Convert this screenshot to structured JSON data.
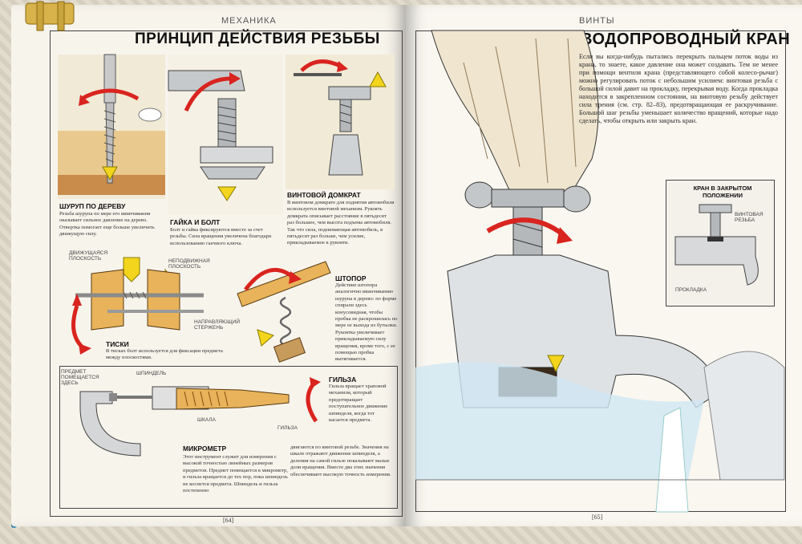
{
  "left_page": {
    "section": "МЕХАНИКА",
    "title": "ПРИНЦИП ДЕЙСТВИЯ РЕЗЬБЫ",
    "page_number": "[64]",
    "wood_screw": {
      "caption": "ШУРУП ПО ДЕРЕВУ",
      "text": "Резьба шурупа по мере его ввинчивания оказывает сильное давление на дерево. Отвертка помогает еще больше увеличить движущую силу."
    },
    "nut_bolt": {
      "caption": "ГАЙКА И БОЛТ",
      "text": "Болт и гайка фиксируются вместе за счет резьбы. Сила вращения увеличена благодаря использованию гаечного ключа."
    },
    "jack": {
      "caption": "ВИНТОВОЙ ДОМКРАТ",
      "text": "В винтовом домкрате для поднятия автомобиля используется винтовой механизм. Рукоять домкрата описывает расстояние в пятьдесят раз большее, чем высота подъема автомобиля. Так что сила, поднимающая автомобиль, в пятьдесят раз больше, чем усилие, прикладываемое к рукояти."
    },
    "vise": {
      "caption": "ТИСКИ",
      "text": "В тисках болт используется для фиксации предмета между плоскостями.",
      "label_moving": "ДВИЖУЩАЯСЯ ПЛОСКОСТЬ",
      "label_fixed": "НЕПОДВИЖНАЯ ПЛОСКОСТЬ",
      "label_guide": "НАПРАВЛЯЮЩИЙ СТЕРЖЕНЬ"
    },
    "corkscrew": {
      "caption": "ШТОПОР",
      "text": "Действие штопора аналогично ввинчиванию шурупа в дерево: по форме спирали здесь конусовидная, чтобы пробка не раскрошилась по мере ее выхода из бутылки. Рукоятка увеличивает прикладываемую силу вращения, кроме того, с ее помощью пробка вытягивается."
    },
    "sleeve": {
      "caption": "ГИЛЬЗА",
      "text": "Гильза вращает храповой механизм, который предотвращает поступательное движение шпинделя, когда тот касается предмета."
    },
    "micrometer": {
      "caption": "МИКРОМЕТР",
      "text_left": "Этот инструмент служит для измерения с высокой точностью линейных размеров предметов. Предмет помещается в микрометр, и гильза вращается до тех пор, пока шпиндель не коснется предмета. Шпиндель и гильза постепенно",
      "text_right": "двигаются по винтовой резьбе. Значения на шкале отражают движение шпинделя, а деления на самой гильзе показывают малые доли вращения. Вместе два этих значения обеспечивают высокую точность измерения.",
      "label_object": "ПРЕДМЕТ ПОМЕЩАЕТСЯ ЗДЕСЬ",
      "label_spindle": "ШПИНДЕЛЬ",
      "label_scale": "ШКАЛА",
      "label_sleeve": "ГИЛЬЗА"
    }
  },
  "right_page": {
    "section": "ВИНТЫ",
    "title": "ВОДОПРОВОДНЫЙ КРАН",
    "page_number": "[65]",
    "body": "Если вы когда-нибудь пытались перекрыть пальцем поток воды из крана, то знаете, какое давление она может создавать. Тем не менее при помощи вентиля крана (представляющего собой колесо-рычаг) можно регулировать поток с небольшим усилием: винтовая резьба с большой силой давит на прокладку, перекрывая воду. Когда прокладка находится в закрепленном состоянии, на винтовую резьбу действует сила трения (см. стр. 82–83), предотвращающая ее раскручивание. Большой шаг резьбы уменьшает количество вращений, которые надо сделать, чтобы открыть или закрыть кран.",
    "inset": {
      "caption": "КРАН В ЗАКРЫТОМ ПОЛОЖЕНИИ",
      "label_thread": "ВИНТОВАЯ РЕЗЬБА",
      "label_gasket": "ПРОКЛАДКА"
    }
  },
  "colors": {
    "arrow_red": "#d9241f",
    "arrow_yellow": "#f2d51c",
    "panel_beige": "#f1ead6",
    "cover_blue": "#3b8fb7"
  }
}
